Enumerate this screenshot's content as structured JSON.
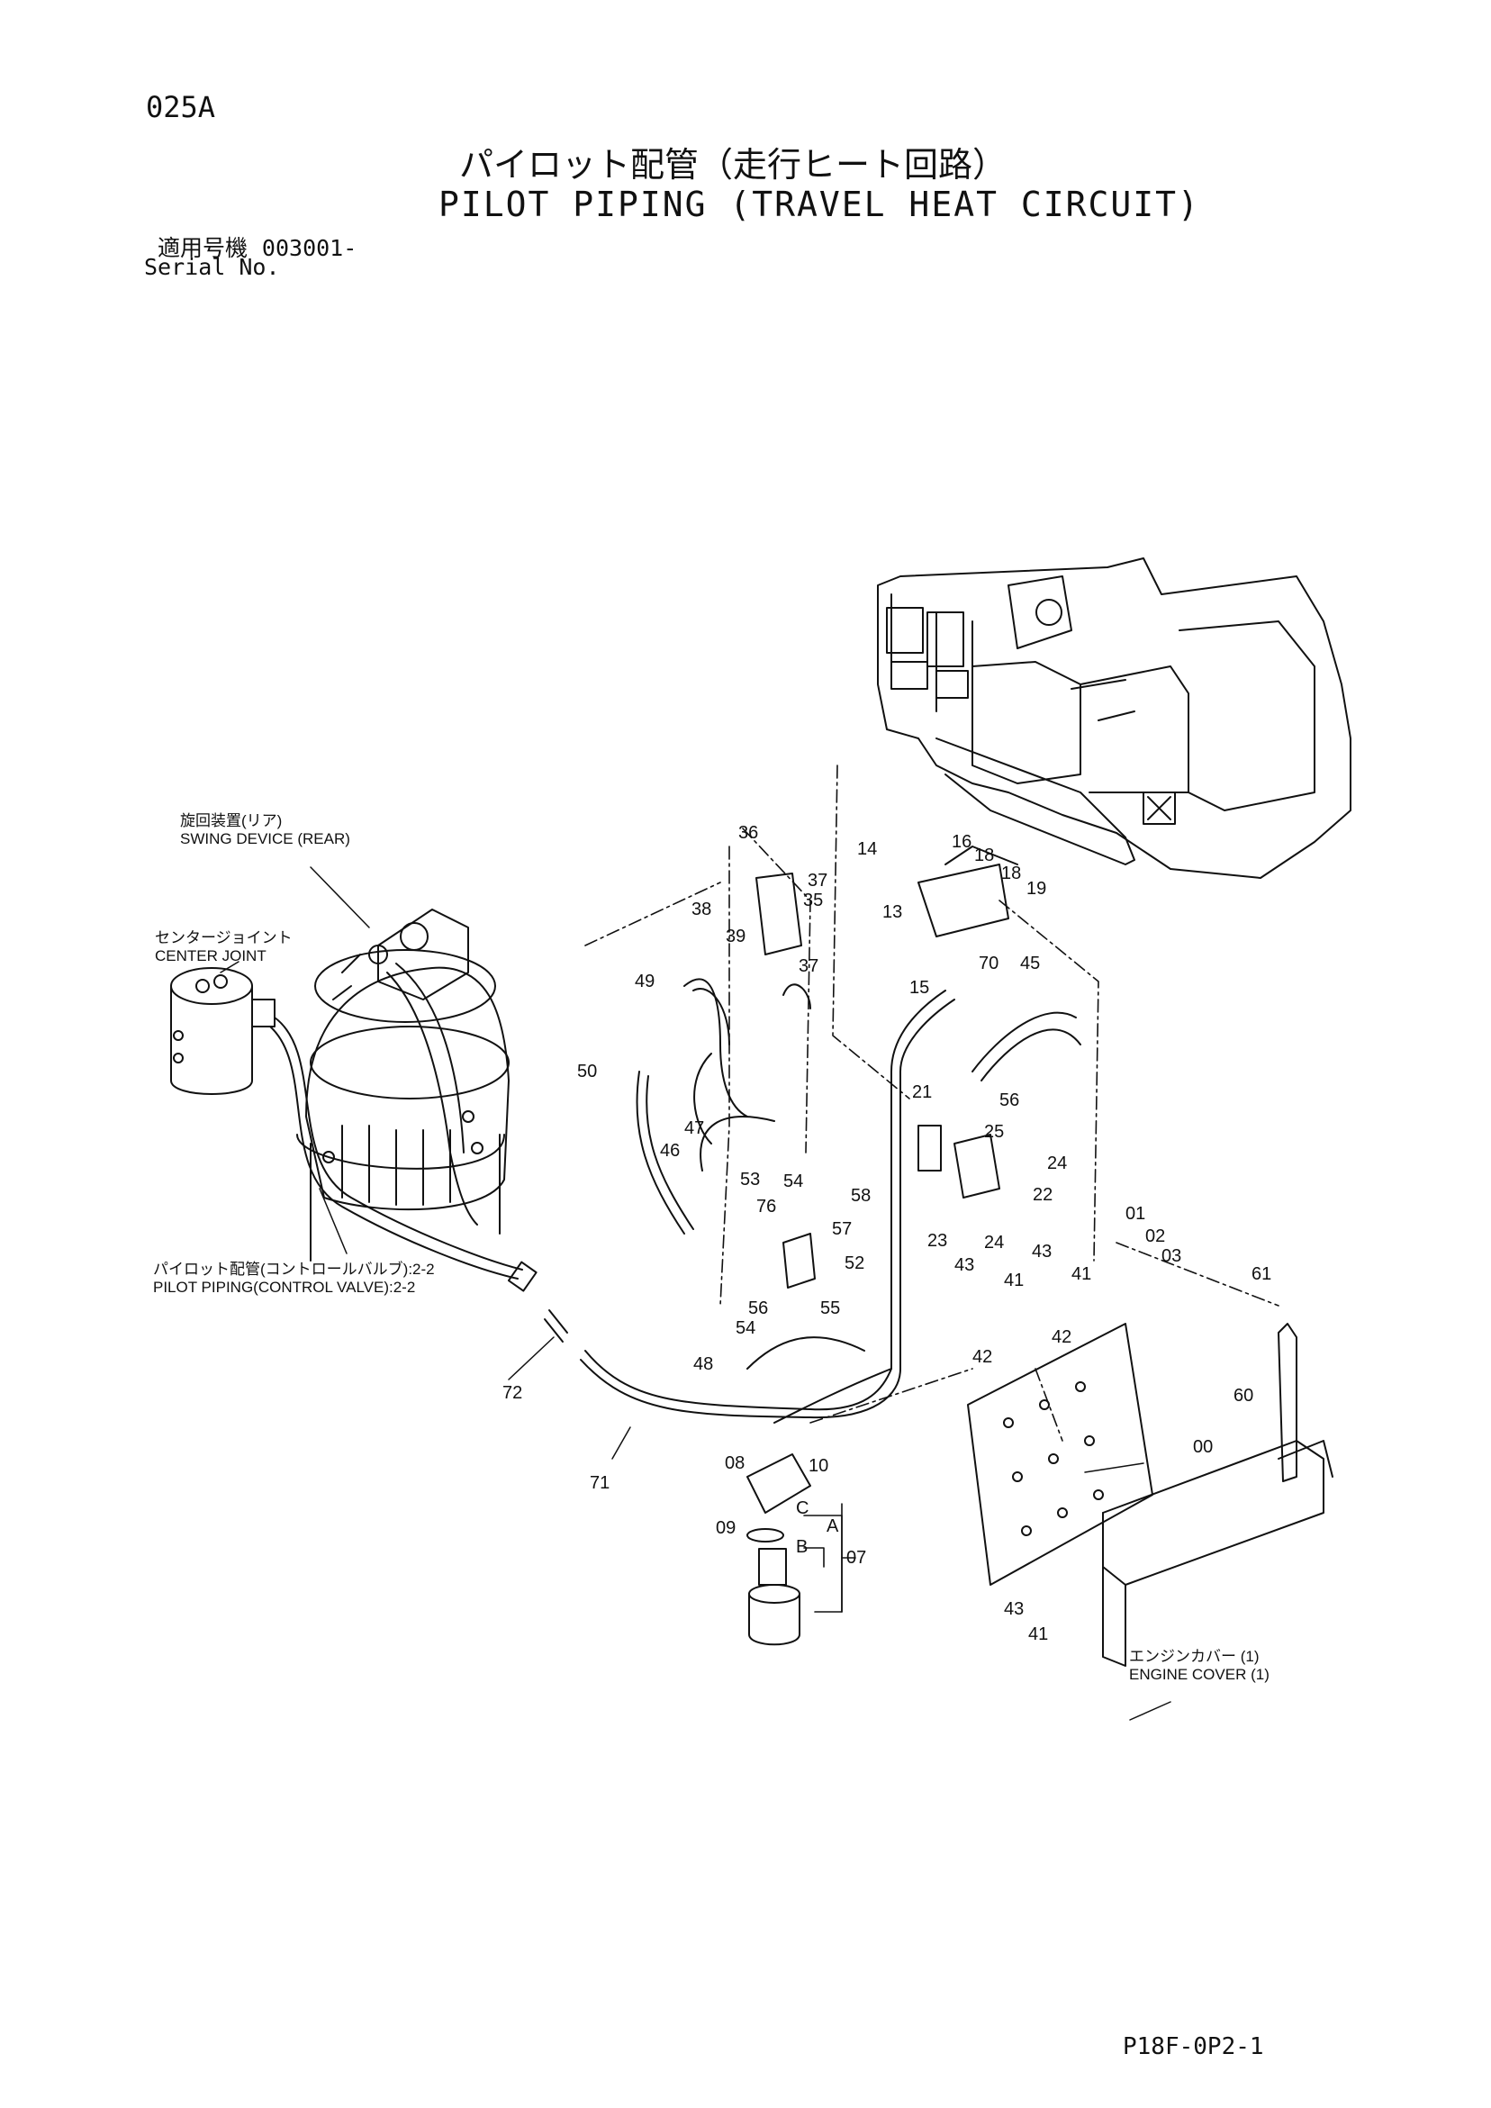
{
  "header": {
    "page_code": "025A",
    "title_jp": "パイロット配管（走行ヒート回路）",
    "title_en": "PILOT PIPING (TRAVEL HEAT CIRCUIT)",
    "serial_label_jp": "適用号機",
    "serial_value": "003001-",
    "serial_label_en": "Serial No."
  },
  "callouts": {
    "swing_device_jp": "旋回装置(リア)",
    "swing_device_en": "SWING DEVICE (REAR)",
    "center_joint_jp": "センタージョイント",
    "center_joint_en": "CENTER JOINT",
    "pilot_cv_jp": "パイロット配管(コントロールバルブ):2-2",
    "pilot_cv_en": "PILOT PIPING(CONTROL VALVE):2-2",
    "engine_cover_jp": "エンジンカバー (1)",
    "engine_cover_en": "ENGINE COVER (1)"
  },
  "part_labels": [
    {
      "id": "p36",
      "text": "36"
    },
    {
      "id": "p37a",
      "text": "37"
    },
    {
      "id": "p35",
      "text": "35"
    },
    {
      "id": "p38",
      "text": "38"
    },
    {
      "id": "p39",
      "text": "39"
    },
    {
      "id": "p37b",
      "text": "37"
    },
    {
      "id": "p16",
      "text": "16"
    },
    {
      "id": "p18a",
      "text": "18"
    },
    {
      "id": "p18b",
      "text": "18"
    },
    {
      "id": "p19",
      "text": "19"
    },
    {
      "id": "p14",
      "text": "14"
    },
    {
      "id": "p13",
      "text": "13"
    },
    {
      "id": "p15",
      "text": "15"
    },
    {
      "id": "p70",
      "text": "70"
    },
    {
      "id": "p45",
      "text": "45"
    },
    {
      "id": "p49",
      "text": "49"
    },
    {
      "id": "p50",
      "text": "50"
    },
    {
      "id": "p47",
      "text": "47"
    },
    {
      "id": "p46",
      "text": "46"
    },
    {
      "id": "p21",
      "text": "21"
    },
    {
      "id": "p56a",
      "text": "56"
    },
    {
      "id": "p25",
      "text": "25"
    },
    {
      "id": "p24a",
      "text": "24"
    },
    {
      "id": "p22",
      "text": "22"
    },
    {
      "id": "p53",
      "text": "53"
    },
    {
      "id": "p54a",
      "text": "54"
    },
    {
      "id": "p76",
      "text": "76"
    },
    {
      "id": "p58",
      "text": "58"
    },
    {
      "id": "p57",
      "text": "57"
    },
    {
      "id": "p52",
      "text": "52"
    },
    {
      "id": "p56b",
      "text": "56"
    },
    {
      "id": "p55",
      "text": "55"
    },
    {
      "id": "p54b",
      "text": "54"
    },
    {
      "id": "p23",
      "text": "23"
    },
    {
      "id": "p24b",
      "text": "24"
    },
    {
      "id": "p43a",
      "text": "43"
    },
    {
      "id": "p43b",
      "text": "43"
    },
    {
      "id": "p41a",
      "text": "41"
    },
    {
      "id": "p41b",
      "text": "41"
    },
    {
      "id": "p42a",
      "text": "42"
    },
    {
      "id": "p42b",
      "text": "42"
    },
    {
      "id": "p01",
      "text": "01"
    },
    {
      "id": "p02",
      "text": "02"
    },
    {
      "id": "p03",
      "text": "03"
    },
    {
      "id": "p61",
      "text": "61"
    },
    {
      "id": "p60",
      "text": "60"
    },
    {
      "id": "p00",
      "text": "00"
    },
    {
      "id": "p48",
      "text": "48"
    },
    {
      "id": "p72",
      "text": "72"
    },
    {
      "id": "p71",
      "text": "71"
    },
    {
      "id": "p08",
      "text": "08"
    },
    {
      "id": "p10",
      "text": "10"
    },
    {
      "id": "p09",
      "text": "09"
    },
    {
      "id": "pC",
      "text": "C"
    },
    {
      "id": "pA",
      "text": "A"
    },
    {
      "id": "pB",
      "text": "B"
    },
    {
      "id": "p07",
      "text": "07"
    },
    {
      "id": "p43c",
      "text": "43"
    },
    {
      "id": "p41c",
      "text": "41"
    }
  ],
  "footer": {
    "drawing_code": "P18F-0P2-1"
  }
}
